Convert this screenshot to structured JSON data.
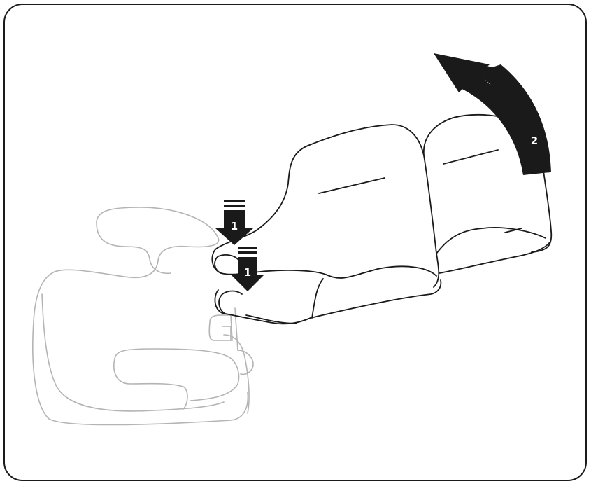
{
  "colors": {
    "ink": "#1a1a1a",
    "faded": "#b4b4b4",
    "label_text": "#ffffff"
  },
  "steps": {
    "step1_label": "1",
    "step1b_label": "1",
    "step2_label": "2"
  }
}
